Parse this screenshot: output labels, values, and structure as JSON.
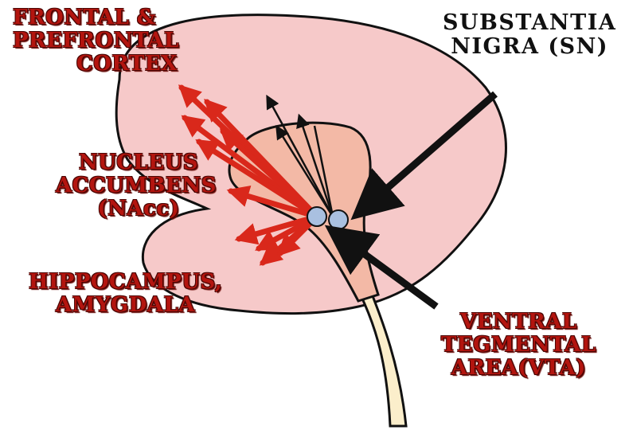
{
  "labels": {
    "frontal": [
      "FRONTAL &",
      "PREFRONTAL",
      "CORTEX"
    ],
    "nacc": [
      "NUCLEUS",
      "ACCUMBENS",
      "(NAcc)"
    ],
    "hippo": [
      "HIPPOCAMPUS,",
      "AMYGDALA"
    ],
    "sn": [
      "SUBSTANTIA",
      "NIGRA (SN)"
    ],
    "vta": [
      "VENTRAL",
      "TEGMENTAL",
      "AREA(VTA)"
    ]
  },
  "colors": {
    "brain_fill": "#f6c9c9",
    "striatum_fill": "#f3b9a6",
    "stem_fill": "#fbeecb",
    "red_pathway": "#d9281b",
    "black_pathway": "#111111",
    "nucleus_fill": "#a9c0e0"
  }
}
